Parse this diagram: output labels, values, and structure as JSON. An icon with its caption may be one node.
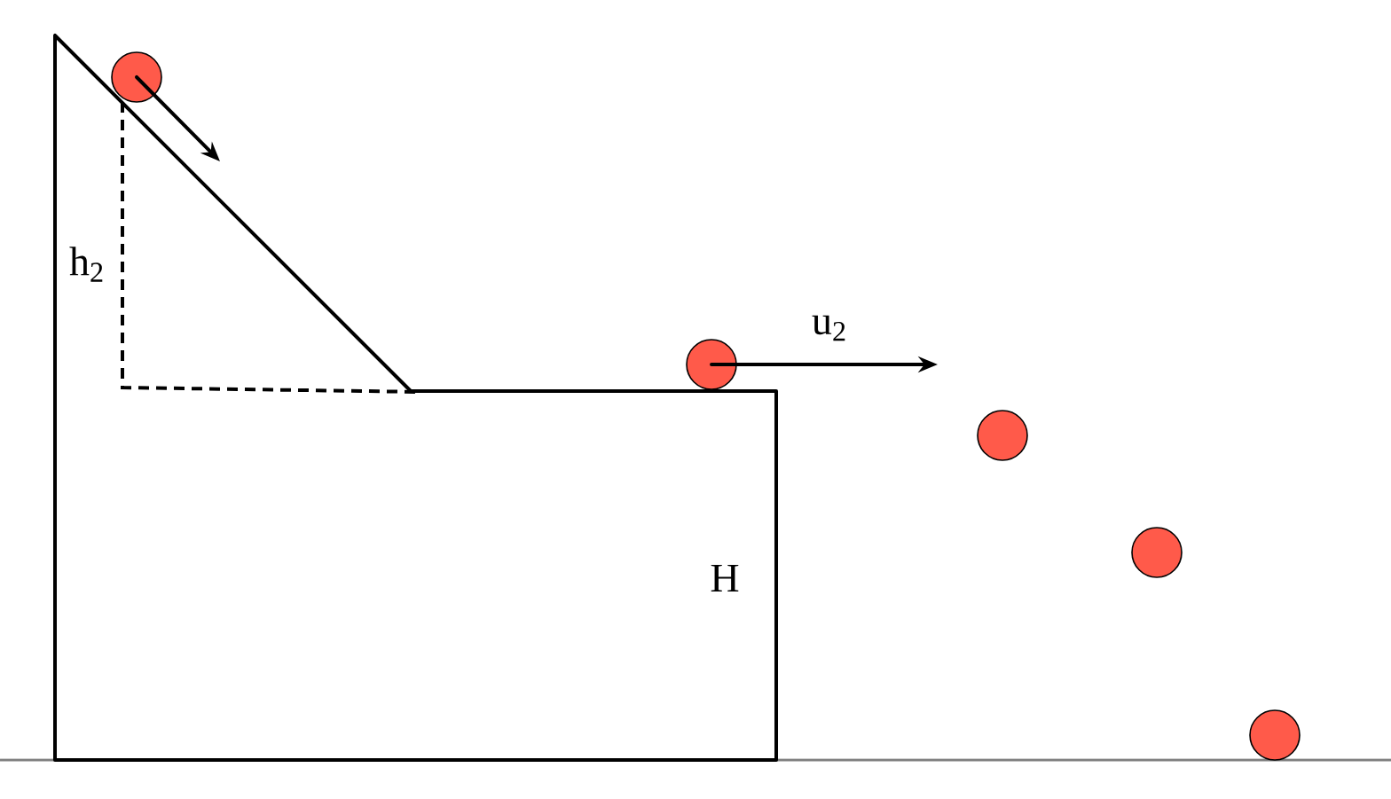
{
  "diagram": {
    "labels": [
      "h$_{2}$",
      "u$_{2}$",
      "H"
    ]
  }
}
